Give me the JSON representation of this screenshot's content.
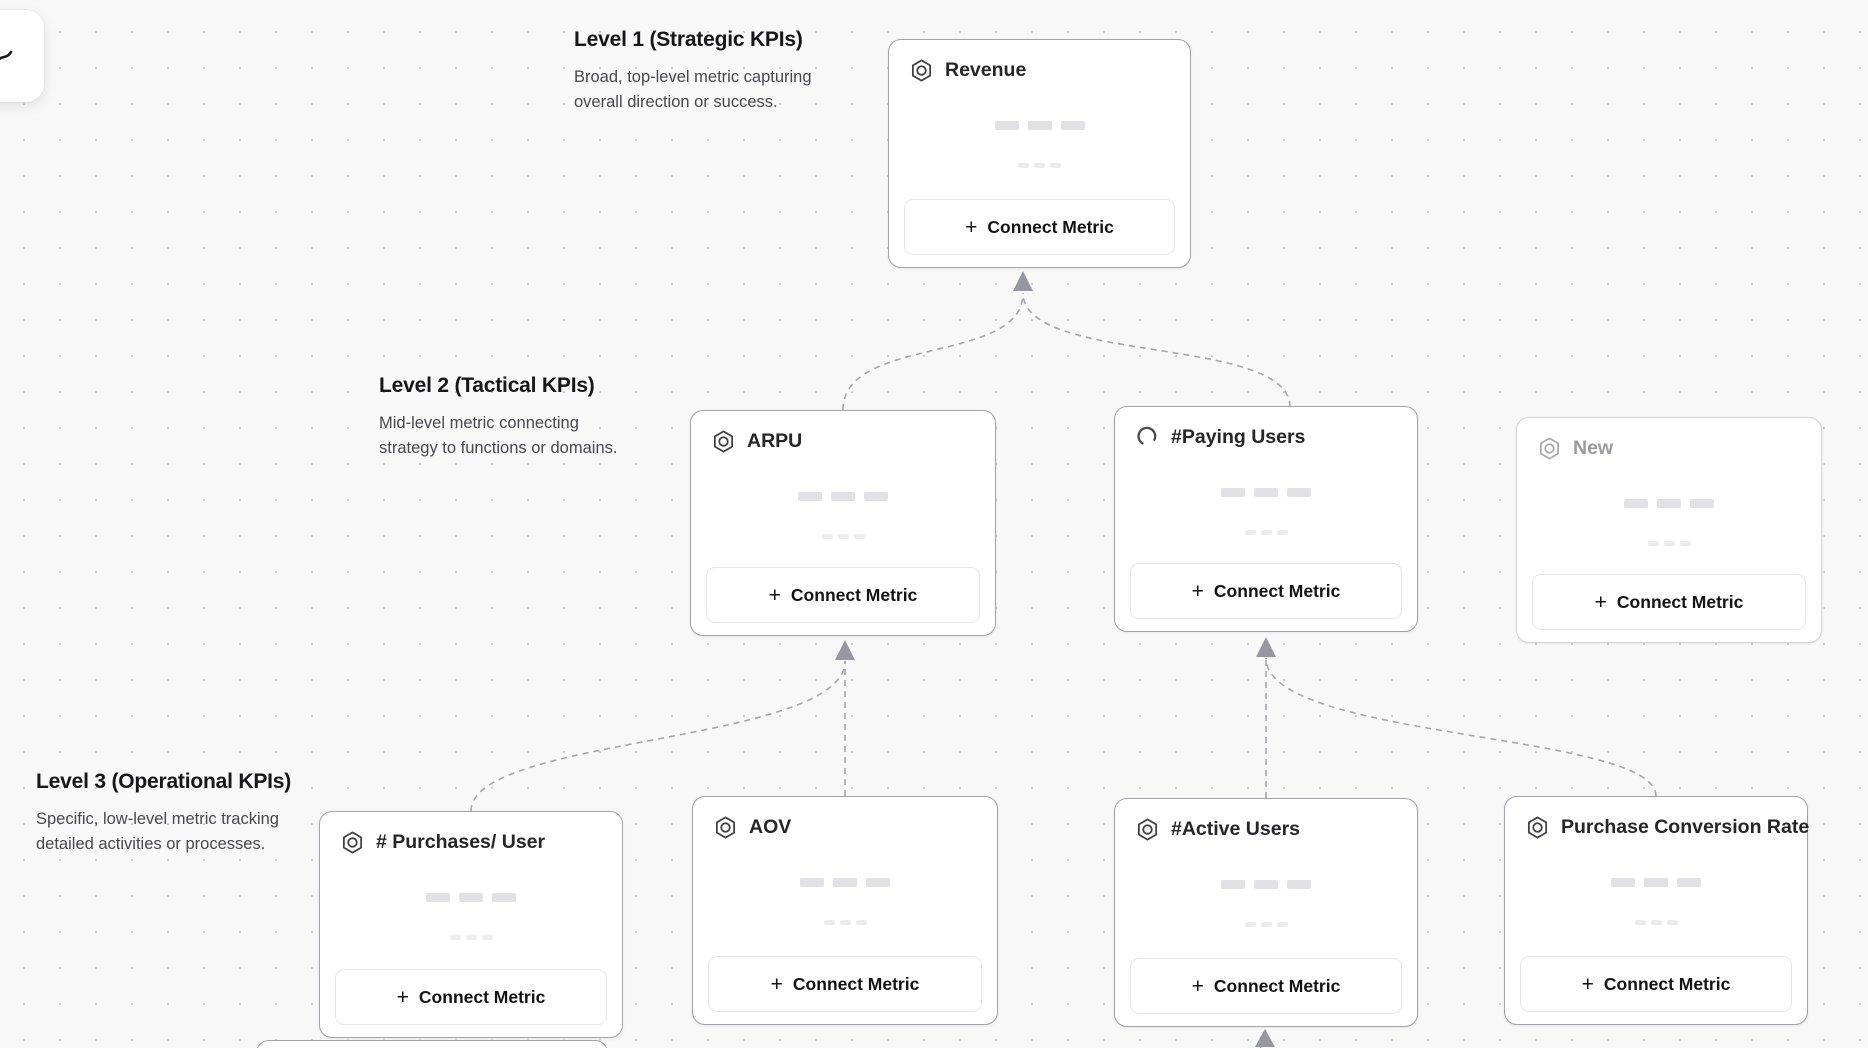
{
  "toolbar": {
    "tool": "cursor-select"
  },
  "labels": {
    "connect_metric": "Connect Metric",
    "plus": "+"
  },
  "levels": [
    {
      "title": "Level 1 (Strategic KPIs)",
      "description": "Broad, top-level metric capturing overall direction or success."
    },
    {
      "title": "Level 2 (Tactical KPIs)",
      "description": "Mid-level metric connecting strategy to functions or domains."
    },
    {
      "title": "Level 3 (Operational KPIs)",
      "description": "Specific, low-level metric tracking detailed activities or processes."
    }
  ],
  "cards": [
    {
      "title": "Revenue",
      "icon": "metric-hexagon-icon",
      "level": 1,
      "muted": false
    },
    {
      "title": "ARPU",
      "icon": "metric-hexagon-icon",
      "level": 2,
      "muted": false
    },
    {
      "title": "#Paying Users",
      "icon": "loading-spinner-icon",
      "level": 2,
      "muted": false
    },
    {
      "title": "New",
      "icon": "metric-hexagon-icon",
      "level": 2,
      "muted": true
    },
    {
      "title": "# Purchases/ User",
      "icon": "metric-hexagon-icon",
      "level": 3,
      "muted": false
    },
    {
      "title": "AOV",
      "icon": "metric-hexagon-icon",
      "level": 3,
      "muted": false
    },
    {
      "title": "#Active Users",
      "icon": "metric-hexagon-icon",
      "level": 3,
      "muted": false
    },
    {
      "title": "Purchase Conversion Rate",
      "icon": "metric-hexagon-icon",
      "level": 3,
      "muted": false
    }
  ],
  "connections": [
    {
      "from": "ARPU",
      "to": "Revenue"
    },
    {
      "from": "#Paying Users",
      "to": "Revenue"
    },
    {
      "from": "# Purchases/ User",
      "to": "ARPU"
    },
    {
      "from": "AOV",
      "to": "ARPU"
    },
    {
      "from": "#Active Users",
      "to": "#Paying Users"
    },
    {
      "from": "Purchase Conversion Rate",
      "to": "#Paying Users"
    },
    {
      "from": "(offscreen card)",
      "to": "#Active Users"
    }
  ],
  "colors": {
    "canvas_bg": "#f8f8f8",
    "dot": "#cfcfd4",
    "card_border": "#a3a3ab",
    "muted_border": "#d4d4da",
    "connector": "#a6a6ad",
    "arrowhead": "#97979f",
    "skeleton_bar": "#e2e2e6",
    "title_text": "#26262b",
    "muted_text": "#9b9ba3"
  }
}
